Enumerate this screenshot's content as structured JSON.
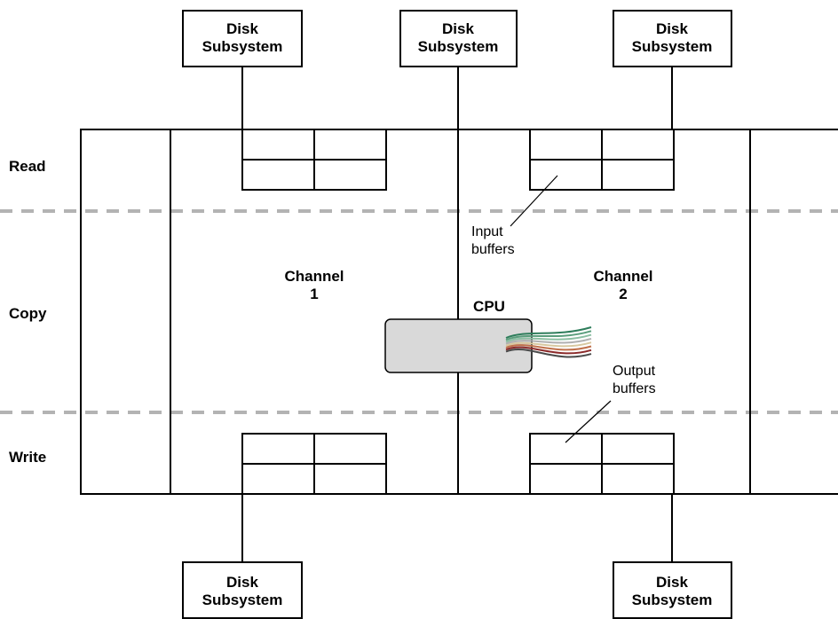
{
  "diagram": {
    "disk_label_line1": "Disk",
    "disk_label_line2": "Subsystem",
    "row_read": "Read",
    "row_copy": "Copy",
    "row_write": "Write",
    "channel1_line1": "Channel",
    "channel1_line2": "1",
    "channel2_line1": "Channel",
    "channel2_line2": "2",
    "cpu": "CPU",
    "input_buffers_line1": "Input",
    "input_buffers_line2": "buffers",
    "output_buffers_line1": "Output",
    "output_buffers_line2": "buffers",
    "colors": {
      "cpu_fill": "#d9d9d9",
      "separator": "#b3b3b3",
      "wires": [
        "#2e7d5b",
        "#5a9e7c",
        "#8cbfa3",
        "#b0b0b0",
        "#d8c8a0",
        "#c0704a",
        "#8b2a2a",
        "#4a4a4a"
      ]
    }
  }
}
